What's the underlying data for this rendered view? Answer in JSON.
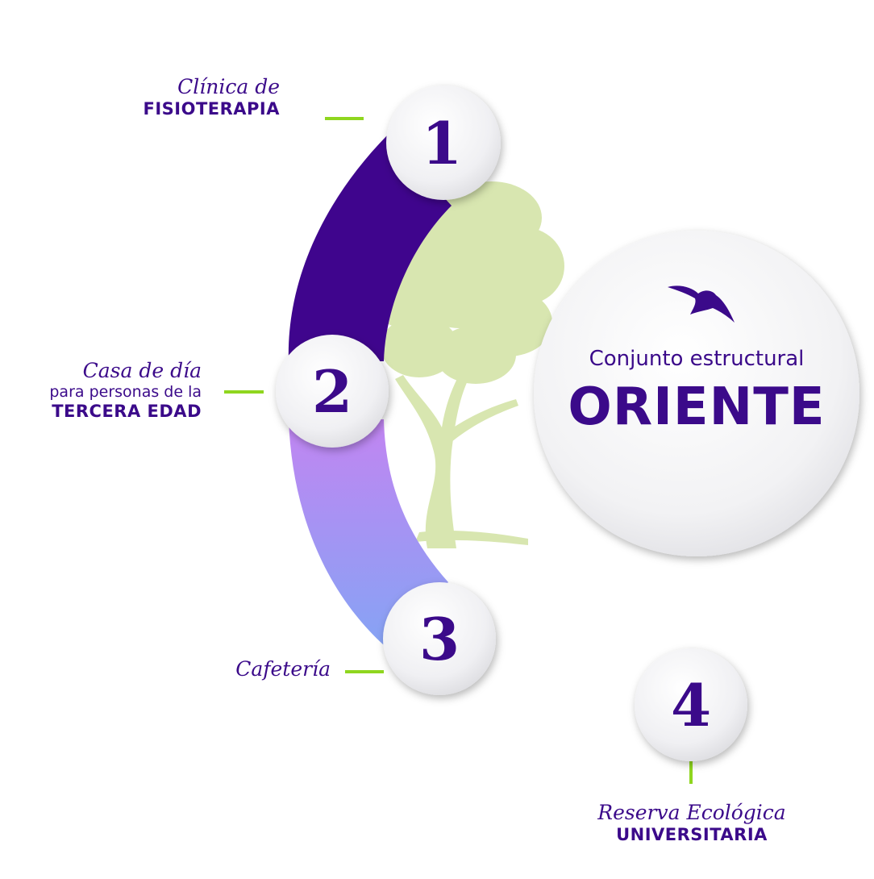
{
  "colors": {
    "primary_purple": "#3b0a8a",
    "arc_dark": "#3f058d",
    "arc_light_top": "#c285f2",
    "arc_light_bottom": "#86a3f4",
    "connector_green": "#8fd61f",
    "tree_green": "#d8e6b0",
    "circle_fill": "#f0f0f2"
  },
  "steps": [
    {
      "number": "1",
      "line1": "Clínica de",
      "line2": "FISIOTERAPIA"
    },
    {
      "number": "2",
      "line1": "Casa de día",
      "line2": "para personas de la",
      "line3": "TERCERA EDAD"
    },
    {
      "number": "3",
      "line1": "Cafetería"
    },
    {
      "number": "4",
      "line1": "Reserva Ecológica",
      "line2": "UNIVERSITARIA"
    }
  ],
  "center": {
    "subtitle": "Conjunto estructural",
    "title": "ORIENTE",
    "icon": "bird-icon"
  },
  "decoration": {
    "background_icon": "tree-icon"
  }
}
